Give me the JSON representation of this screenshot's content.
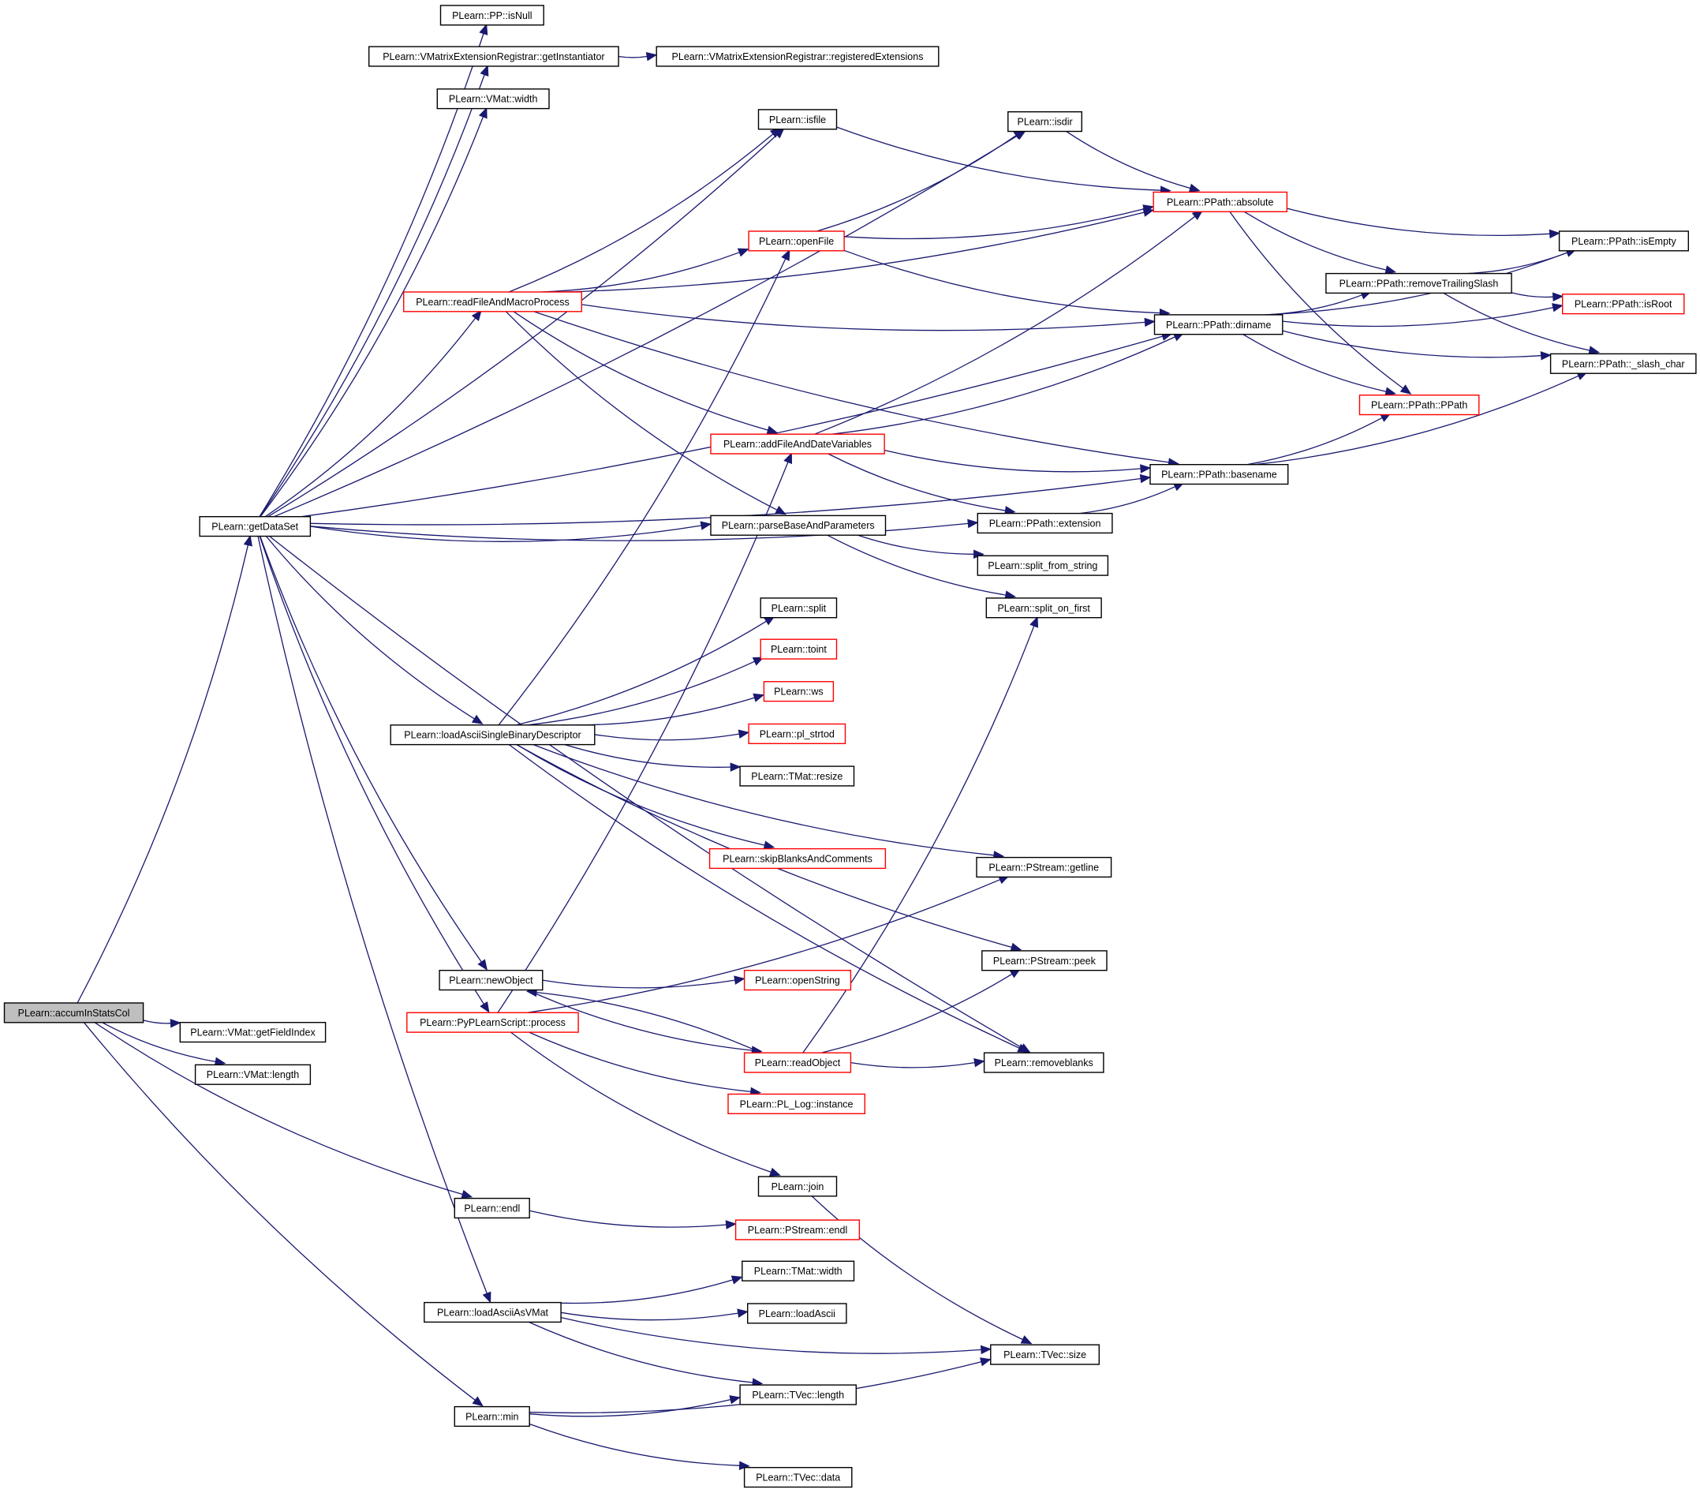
{
  "graph": {
    "nodes": [
      {
        "id": "accum",
        "label": "PLearn::accumInStatsCol",
        "style": "root"
      },
      {
        "id": "getds",
        "label": "PLearn::getDataSet",
        "style": "black"
      },
      {
        "id": "getfi",
        "label": "PLearn::VMat::getFieldIndex",
        "style": "black"
      },
      {
        "id": "vmlen",
        "label": "PLearn::VMat::length",
        "style": "black"
      },
      {
        "id": "isnull",
        "label": "PLearn::PP::isNull",
        "style": "black"
      },
      {
        "id": "getinst",
        "label": "PLearn::VMatrixExtensionRegistrar::getInstantiator",
        "style": "black"
      },
      {
        "id": "regext",
        "label": "PLearn::VMatrixExtensionRegistrar::registeredExtensions",
        "style": "black"
      },
      {
        "id": "vmwidth",
        "label": "PLearn::VMat::width",
        "style": "black"
      },
      {
        "id": "isfile",
        "label": "PLearn::isfile",
        "style": "black"
      },
      {
        "id": "isdir",
        "label": "PLearn::isdir",
        "style": "black"
      },
      {
        "id": "absolute",
        "label": "PLearn::PPath::absolute",
        "style": "red"
      },
      {
        "id": "openfile",
        "label": "PLearn::openFile",
        "style": "red"
      },
      {
        "id": "isempty",
        "label": "PLearn::PPath::isEmpty",
        "style": "black"
      },
      {
        "id": "rts",
        "label": "PLearn::PPath::removeTrailingSlash",
        "style": "black"
      },
      {
        "id": "readfile",
        "label": "PLearn::readFileAndMacroProcess",
        "style": "red"
      },
      {
        "id": "dirname",
        "label": "PLearn::PPath::dirname",
        "style": "black"
      },
      {
        "id": "isroot",
        "label": "PLearn::PPath::isRoot",
        "style": "red"
      },
      {
        "id": "slash",
        "label": "PLearn::PPath::_slash_char",
        "style": "black"
      },
      {
        "id": "ppath",
        "label": "PLearn::PPath::PPath",
        "style": "red"
      },
      {
        "id": "addfile",
        "label": "PLearn::addFileAndDateVariables",
        "style": "red"
      },
      {
        "id": "basename",
        "label": "PLearn::PPath::basename",
        "style": "black"
      },
      {
        "id": "parsebp",
        "label": "PLearn::parseBaseAndParameters",
        "style": "black"
      },
      {
        "id": "ext",
        "label": "PLearn::PPath::extension",
        "style": "black"
      },
      {
        "id": "sfs",
        "label": "PLearn::split_from_string",
        "style": "black"
      },
      {
        "id": "sof",
        "label": "PLearn::split_on_first",
        "style": "black"
      },
      {
        "id": "split",
        "label": "PLearn::split",
        "style": "black"
      },
      {
        "id": "toint",
        "label": "PLearn::toint",
        "style": "red"
      },
      {
        "id": "ws",
        "label": "PLearn::ws",
        "style": "red"
      },
      {
        "id": "lasbd",
        "label": "PLearn::loadAsciiSingleBinaryDescriptor",
        "style": "black"
      },
      {
        "id": "strtod",
        "label": "PLearn::pl_strtod",
        "style": "red"
      },
      {
        "id": "resize",
        "label": "PLearn::TMat::resize",
        "style": "black"
      },
      {
        "id": "skipbc",
        "label": "PLearn::skipBlanksAndComments",
        "style": "red"
      },
      {
        "id": "getline",
        "label": "PLearn::PStream::getline",
        "style": "black"
      },
      {
        "id": "peek",
        "label": "PLearn::PStream::peek",
        "style": "black"
      },
      {
        "id": "newobj",
        "label": "PLearn::newObject",
        "style": "black"
      },
      {
        "id": "openstr",
        "label": "PLearn::openString",
        "style": "red"
      },
      {
        "id": "process",
        "label": "PLearn::PyPLearnScript::process",
        "style": "red"
      },
      {
        "id": "readobj",
        "label": "PLearn::readObject",
        "style": "red"
      },
      {
        "id": "rmblank",
        "label": "PLearn::removeblanks",
        "style": "black"
      },
      {
        "id": "pllog",
        "label": "PLearn::PL_Log::instance",
        "style": "red"
      },
      {
        "id": "join",
        "label": "PLearn::join",
        "style": "black"
      },
      {
        "id": "endl",
        "label": "PLearn::endl",
        "style": "black"
      },
      {
        "id": "psendl",
        "label": "PLearn::PStream::endl",
        "style": "red"
      },
      {
        "id": "tmwidth",
        "label": "PLearn::TMat::width",
        "style": "black"
      },
      {
        "id": "laav",
        "label": "PLearn::loadAsciiAsVMat",
        "style": "black"
      },
      {
        "id": "loadasc",
        "label": "PLearn::loadAscii",
        "style": "black"
      },
      {
        "id": "tvsize",
        "label": "PLearn::TVec::size",
        "style": "black"
      },
      {
        "id": "tvlen",
        "label": "PLearn::TVec::length",
        "style": "black"
      },
      {
        "id": "min",
        "label": "PLearn::min",
        "style": "black"
      },
      {
        "id": "tvdata",
        "label": "PLearn::TVec::data",
        "style": "black"
      }
    ],
    "edges": [
      [
        "accum",
        "getds"
      ],
      [
        "accum",
        "getfi"
      ],
      [
        "accum",
        "vmlen"
      ],
      [
        "accum",
        "endl"
      ],
      [
        "accum",
        "min"
      ],
      [
        "getds",
        "isnull"
      ],
      [
        "getds",
        "getinst"
      ],
      [
        "getds",
        "vmwidth"
      ],
      [
        "getds",
        "isfile"
      ],
      [
        "getds",
        "isdir"
      ],
      [
        "getds",
        "readfile"
      ],
      [
        "getds",
        "dirname"
      ],
      [
        "getds",
        "ext"
      ],
      [
        "getds",
        "parsebp"
      ],
      [
        "getds",
        "basename"
      ],
      [
        "getds",
        "lasbd"
      ],
      [
        "getds",
        "newobj"
      ],
      [
        "getds",
        "process"
      ],
      [
        "getds",
        "rmblank"
      ],
      [
        "getds",
        "laav"
      ],
      [
        "getinst",
        "regext"
      ],
      [
        "isfile",
        "absolute"
      ],
      [
        "isdir",
        "absolute"
      ],
      [
        "absolute",
        "isempty"
      ],
      [
        "absolute",
        "rts"
      ],
      [
        "absolute",
        "ppath"
      ],
      [
        "openfile",
        "isdir"
      ],
      [
        "openfile",
        "absolute"
      ],
      [
        "openfile",
        "dirname"
      ],
      [
        "readfile",
        "isfile"
      ],
      [
        "readfile",
        "absolute"
      ],
      [
        "readfile",
        "openfile"
      ],
      [
        "readfile",
        "dirname"
      ],
      [
        "readfile",
        "addfile"
      ],
      [
        "readfile",
        "basename"
      ],
      [
        "readfile",
        "parsebp"
      ],
      [
        "rts",
        "isempty"
      ],
      [
        "rts",
        "isroot"
      ],
      [
        "rts",
        "slash"
      ],
      [
        "dirname",
        "isempty"
      ],
      [
        "dirname",
        "rts"
      ],
      [
        "dirname",
        "isroot"
      ],
      [
        "dirname",
        "slash"
      ],
      [
        "dirname",
        "ppath"
      ],
      [
        "basename",
        "ppath"
      ],
      [
        "basename",
        "slash"
      ],
      [
        "addfile",
        "absolute"
      ],
      [
        "addfile",
        "dirname"
      ],
      [
        "addfile",
        "basename"
      ],
      [
        "addfile",
        "ext"
      ],
      [
        "ext",
        "basename"
      ],
      [
        "parsebp",
        "sfs"
      ],
      [
        "parsebp",
        "sof"
      ],
      [
        "lasbd",
        "openfile"
      ],
      [
        "lasbd",
        "split"
      ],
      [
        "lasbd",
        "toint"
      ],
      [
        "lasbd",
        "ws"
      ],
      [
        "lasbd",
        "strtod"
      ],
      [
        "lasbd",
        "resize"
      ],
      [
        "lasbd",
        "skipbc"
      ],
      [
        "lasbd",
        "getline"
      ],
      [
        "lasbd",
        "peek"
      ],
      [
        "lasbd",
        "rmblank"
      ],
      [
        "newobj",
        "openstr"
      ],
      [
        "newobj",
        "readobj"
      ],
      [
        "process",
        "addfile"
      ],
      [
        "process",
        "getline"
      ],
      [
        "process",
        "pllog"
      ],
      [
        "process",
        "join"
      ],
      [
        "readobj",
        "newobj"
      ],
      [
        "readobj",
        "sof"
      ],
      [
        "readobj",
        "peek"
      ],
      [
        "readobj",
        "rmblank"
      ],
      [
        "join",
        "tvsize"
      ],
      [
        "endl",
        "psendl"
      ],
      [
        "laav",
        "tmwidth"
      ],
      [
        "laav",
        "loadasc"
      ],
      [
        "laav",
        "tvsize"
      ],
      [
        "laav",
        "tvlen"
      ],
      [
        "min",
        "tvlen"
      ],
      [
        "min",
        "tvsize"
      ],
      [
        "min",
        "tvdata"
      ]
    ]
  },
  "colors": {
    "edge": "#191970",
    "node_border_black": "#000000",
    "node_border_red": "#ff0000",
    "root_fill": "#bfbfbf",
    "node_fill": "#ffffff"
  }
}
